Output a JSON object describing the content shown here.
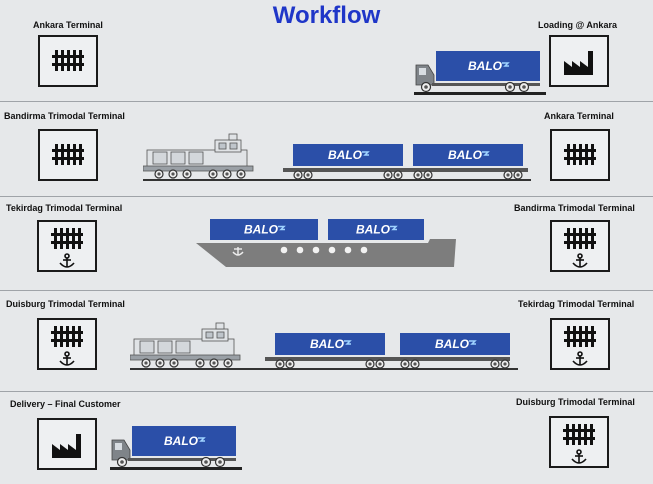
{
  "title": "Workflow",
  "brand": "BALO",
  "colors": {
    "title": "#1f36c8",
    "container": "#2b4fa8",
    "ship": "#7d7d7d"
  },
  "steps": [
    {
      "from_label": "Ankara Terminal",
      "from_icon": "rail-icon",
      "to_label": "Loading @ Ankara",
      "to_icon": "factory-icon",
      "transport": "truck"
    },
    {
      "from_label": "Bandirma Trimodal Terminal",
      "from_icon": "rail-icon",
      "to_label": "Ankara Terminal",
      "to_icon": "rail-icon",
      "transport": "train"
    },
    {
      "from_label": "Tekirdag Trimodal Terminal",
      "from_icon": "rail-port-icon",
      "to_label": "Bandirma Trimodal Terminal",
      "to_icon": "rail-port-icon",
      "transport": "ship"
    },
    {
      "from_label": "Duisburg Trimodal Terminal",
      "from_icon": "rail-port-icon",
      "to_label": "Tekirdag Trimodal Terminal",
      "to_icon": "rail-port-icon",
      "transport": "train"
    },
    {
      "from_label": "Delivery – Final Customer",
      "from_icon": "factory-icon",
      "to_label": "Duisburg Trimodal Terminal",
      "to_icon": "rail-port-icon",
      "transport": "truck"
    }
  ]
}
